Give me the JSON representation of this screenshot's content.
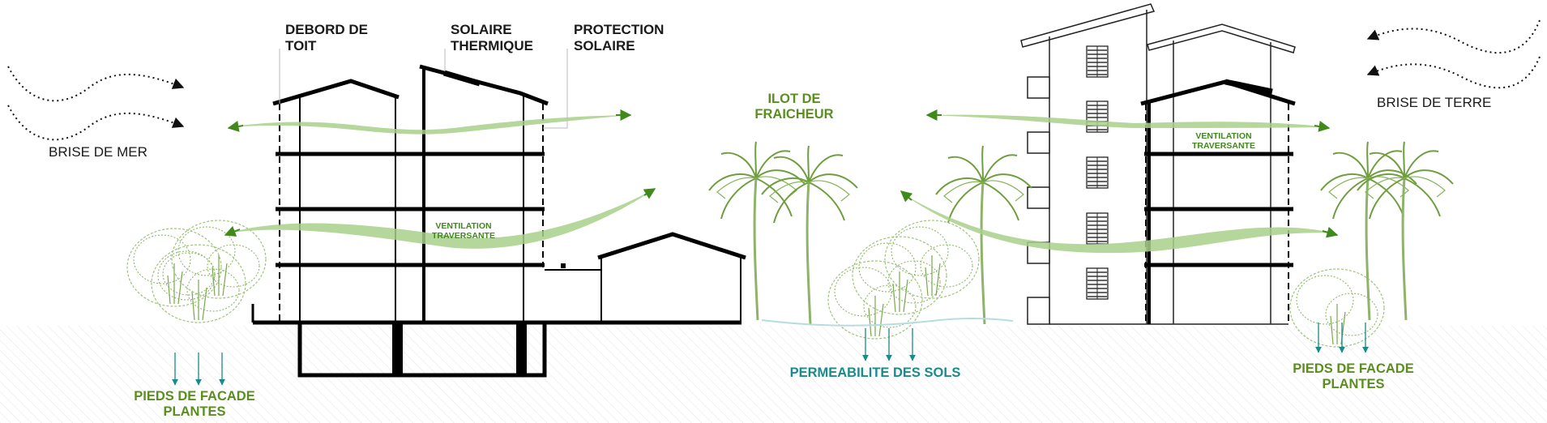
{
  "colors": {
    "green_label": "#5a8f1f",
    "green_arrow": "#3f8a1a",
    "airflow_band": "#9cc97a",
    "vegetation": "#7aa84c",
    "teal": "#1a8a8a",
    "building": "#000000"
  },
  "labels": {
    "debord_de_toit": "DEBORD DE\nTOIT",
    "solaire_thermique": "SOLAIRE\nTHERMIQUE",
    "protection_solaire": "PROTECTION\nSOLAIRE",
    "brise_de_mer": "BRISE DE MER",
    "brise_de_terre": "BRISE DE TERRE",
    "ilot_de_fraicheur": "ILOT DE\nFRAICHEUR",
    "ventilation_traversante_left": "VENTILATION\nTRAVERSANTE",
    "ventilation_traversante_right": "VENTILATION\nTRAVERSANTE",
    "pieds_de_facade_left": "PIEDS DE FACADE\nPLANTES",
    "pieds_de_facade_right": "PIEDS DE FACADE\nPLANTES",
    "permeabilite_des_sols": "PERMEABILITE DES SOLS"
  },
  "icons": [
    "sea-breeze-arrow-icon",
    "land-breeze-arrow-icon",
    "airflow-arrow-icon",
    "infiltration-arrow-icon",
    "palm-tree-icon",
    "shrub-icon",
    "window-shutter-icon"
  ]
}
